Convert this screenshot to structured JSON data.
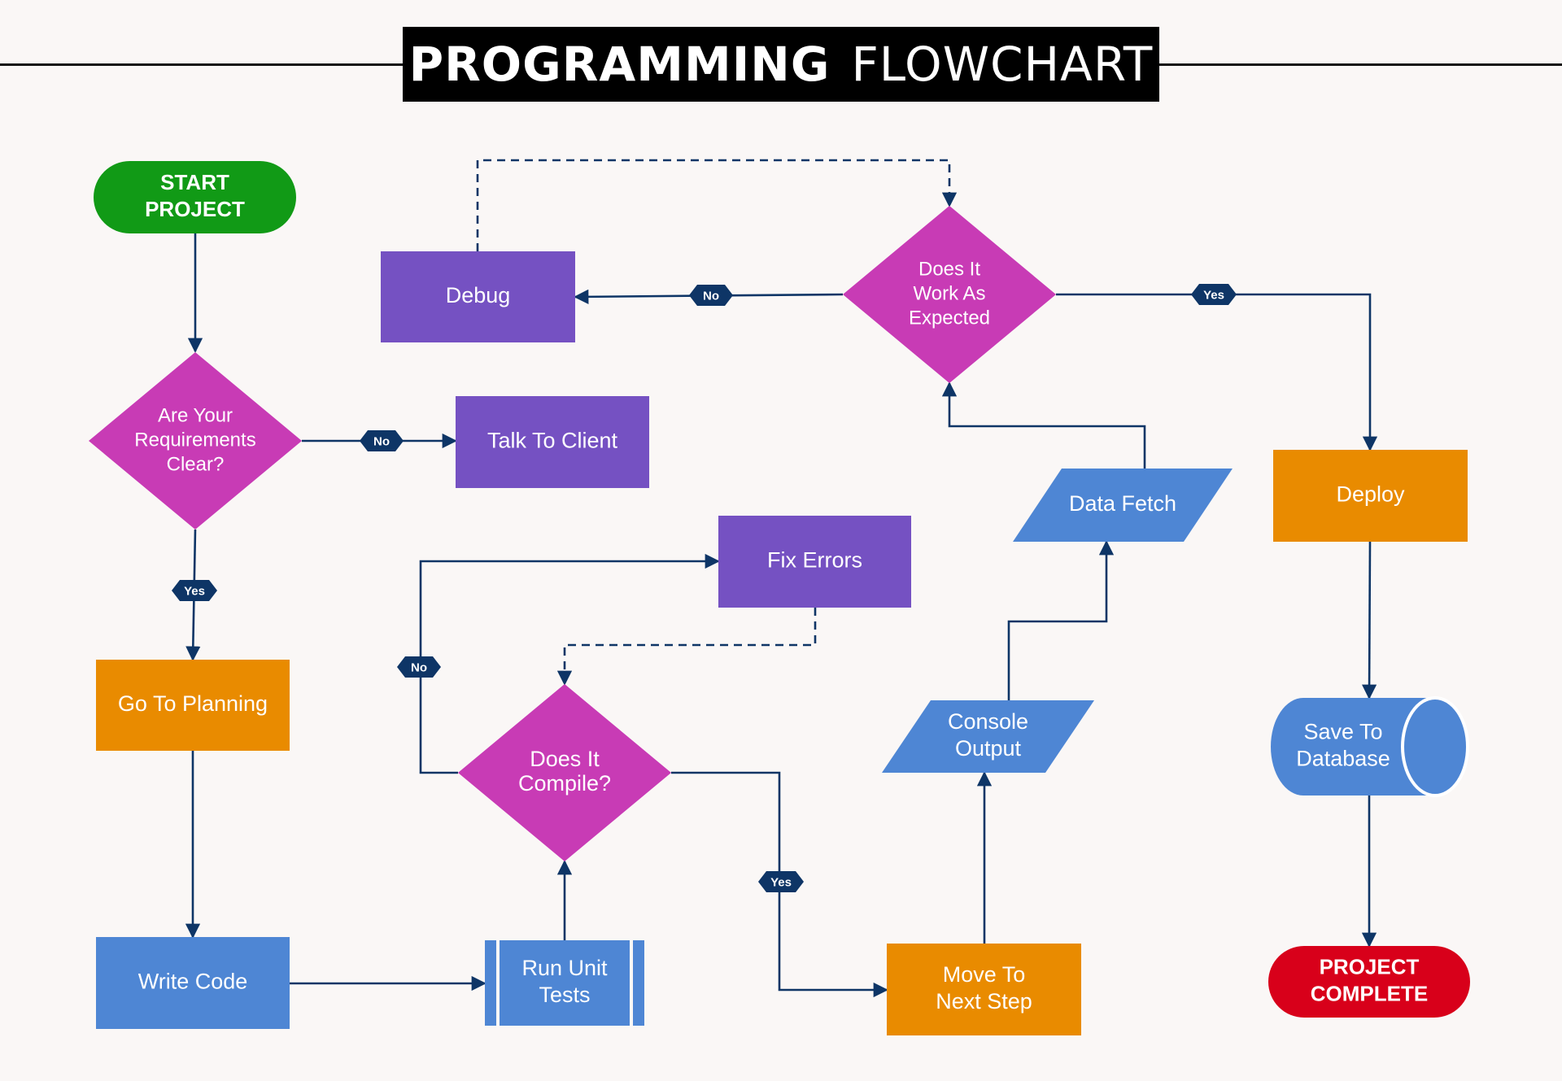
{
  "title": {
    "bold": "PROGRAMMING",
    "light": "FLOWCHART"
  },
  "colors": {
    "background": "#faf7f6",
    "start": "#119a16",
    "end": "#d8001a",
    "decision": "#c83bb5",
    "process_purple": "#7551c2",
    "process_orange": "#e98b00",
    "io_blue": "#4e86d4",
    "connector": "#0e3566"
  },
  "nodes": [
    {
      "id": "start",
      "shape": "terminal",
      "color": "start",
      "lines": [
        "START",
        "PROJECT"
      ]
    },
    {
      "id": "requirements",
      "shape": "decision",
      "color": "decision",
      "lines": [
        "Are Your",
        "Requirements",
        "Clear?"
      ]
    },
    {
      "id": "talk-to-client",
      "shape": "process",
      "color": "process_purple",
      "lines": [
        "Talk To Client"
      ]
    },
    {
      "id": "go-to-planning",
      "shape": "process",
      "color": "process_orange",
      "lines": [
        "Go To Planning"
      ]
    },
    {
      "id": "write-code",
      "shape": "process",
      "color": "io_blue",
      "lines": [
        "Write Code"
      ]
    },
    {
      "id": "run-unit-tests",
      "shape": "subprocess",
      "color": "io_blue",
      "lines": [
        "Run Unit",
        "Tests"
      ]
    },
    {
      "id": "does-it-compile",
      "shape": "decision",
      "color": "decision",
      "lines": [
        "Does It",
        "Compile?"
      ]
    },
    {
      "id": "fix-errors",
      "shape": "process",
      "color": "process_purple",
      "lines": [
        "Fix Errors"
      ]
    },
    {
      "id": "move-to-next-step",
      "shape": "process",
      "color": "process_orange",
      "lines": [
        "Move To",
        "Next Step"
      ]
    },
    {
      "id": "console-output",
      "shape": "io",
      "color": "io_blue",
      "lines": [
        "Console",
        "Output"
      ]
    },
    {
      "id": "data-fetch",
      "shape": "io",
      "color": "io_blue",
      "lines": [
        "Data Fetch"
      ]
    },
    {
      "id": "does-it-work",
      "shape": "decision",
      "color": "decision",
      "lines": [
        "Does It",
        "Work As",
        "Expected"
      ]
    },
    {
      "id": "debug",
      "shape": "process",
      "color": "process_purple",
      "lines": [
        "Debug"
      ]
    },
    {
      "id": "deploy",
      "shape": "process",
      "color": "process_orange",
      "lines": [
        "Deploy"
      ]
    },
    {
      "id": "save-to-database",
      "shape": "database",
      "color": "io_blue",
      "lines": [
        "Save To",
        "Database"
      ]
    },
    {
      "id": "project-complete",
      "shape": "terminal",
      "color": "end",
      "lines": [
        "PROJECT",
        "COMPLETE"
      ]
    }
  ],
  "edges": [
    {
      "from": "start",
      "to": "requirements",
      "label": "",
      "style": "solid"
    },
    {
      "from": "requirements",
      "to": "talk-to-client",
      "label": "No",
      "style": "solid"
    },
    {
      "from": "requirements",
      "to": "go-to-planning",
      "label": "Yes",
      "style": "solid"
    },
    {
      "from": "go-to-planning",
      "to": "write-code",
      "label": "",
      "style": "solid"
    },
    {
      "from": "write-code",
      "to": "run-unit-tests",
      "label": "",
      "style": "solid"
    },
    {
      "from": "run-unit-tests",
      "to": "does-it-compile",
      "label": "",
      "style": "solid"
    },
    {
      "from": "does-it-compile",
      "to": "fix-errors",
      "label": "No",
      "style": "solid"
    },
    {
      "from": "fix-errors",
      "to": "does-it-compile",
      "label": "",
      "style": "dashed"
    },
    {
      "from": "does-it-compile",
      "to": "move-to-next-step",
      "label": "Yes",
      "style": "solid"
    },
    {
      "from": "move-to-next-step",
      "to": "console-output",
      "label": "",
      "style": "solid"
    },
    {
      "from": "console-output",
      "to": "data-fetch",
      "label": "",
      "style": "solid"
    },
    {
      "from": "data-fetch",
      "to": "does-it-work",
      "label": "",
      "style": "solid"
    },
    {
      "from": "does-it-work",
      "to": "debug",
      "label": "No",
      "style": "solid"
    },
    {
      "from": "debug",
      "to": "does-it-work",
      "label": "",
      "style": "dashed"
    },
    {
      "from": "does-it-work",
      "to": "deploy",
      "label": "Yes",
      "style": "solid"
    },
    {
      "from": "deploy",
      "to": "save-to-database",
      "label": "",
      "style": "solid"
    },
    {
      "from": "save-to-database",
      "to": "project-complete",
      "label": "",
      "style": "solid"
    }
  ]
}
